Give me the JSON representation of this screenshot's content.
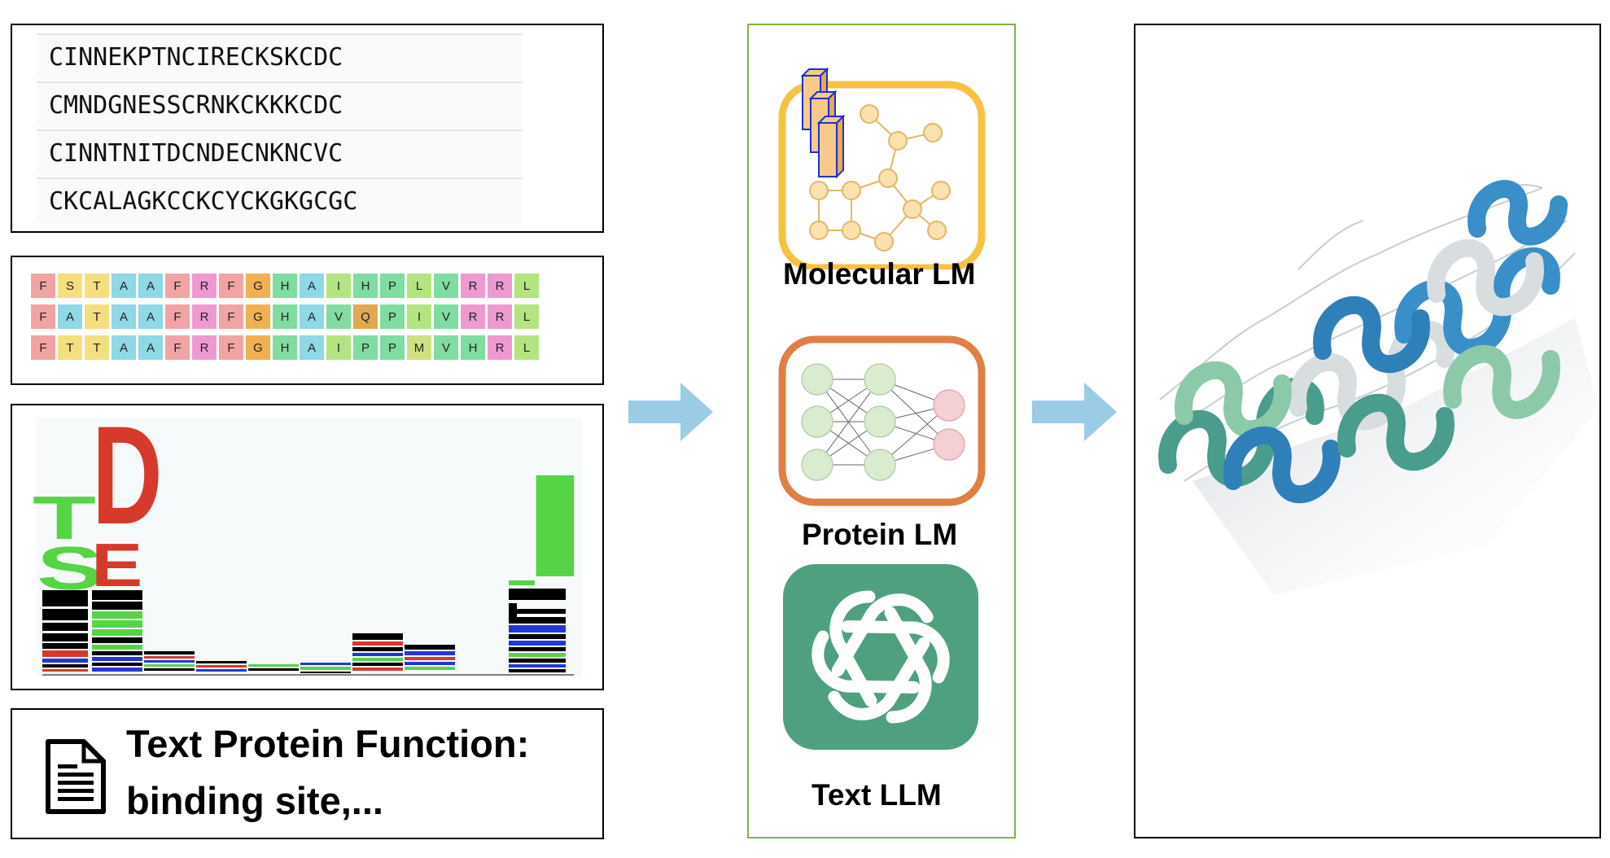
{
  "sequences": [
    "CINNEKPTNCIRECKSKCDC",
    "CMNDGNESSCRNKCKKKCDC",
    "CINNTNITDCNDECNKNCVC",
    "CKCALAGKCCKCYCKGKGCGC"
  ],
  "alignment": [
    [
      "F",
      "S",
      "T",
      "A",
      "A",
      "F",
      "R",
      "F",
      "G",
      "H",
      "A",
      "I",
      "H",
      "P",
      "L",
      "V",
      "R",
      "R",
      "L"
    ],
    [
      "F",
      "A",
      "T",
      "A",
      "A",
      "F",
      "R",
      "F",
      "G",
      "H",
      "A",
      "V",
      "Q",
      "P",
      "I",
      "V",
      "R",
      "R",
      "L"
    ],
    [
      "F",
      "T",
      "T",
      "A",
      "A",
      "F",
      "R",
      "F",
      "G",
      "H",
      "A",
      "I",
      "P",
      "P",
      "M",
      "V",
      "H",
      "R",
      "L"
    ]
  ],
  "residue_colors": {
    "F": "#f2a3a3",
    "S": "#f5de80",
    "T": "#f5de80",
    "A": "#8fd8e6",
    "R": "#ee9ad1",
    "G": "#f2b050",
    "H": "#80dca0",
    "I": "#b4e480",
    "V": "#80dca0",
    "Q": "#e0a850",
    "P": "#80dca0",
    "L": "#b4e480",
    "M": "#cfe080"
  },
  "logo": {
    "letters": [
      "T",
      "S",
      "D",
      "E",
      "I"
    ]
  },
  "function_text": {
    "line1": "Text Protein Function:",
    "line2": "binding site,..."
  },
  "models": {
    "molecular": "Molecular LM",
    "protein": "Protein LM",
    "text": "Text LLM"
  },
  "colors": {
    "molecular_frame": "#f5c242",
    "protein_frame": "#e07f45",
    "openai_tile": "#4fa07f",
    "arrow": "#9ccbe6",
    "middle_frame": "#7db34c"
  }
}
